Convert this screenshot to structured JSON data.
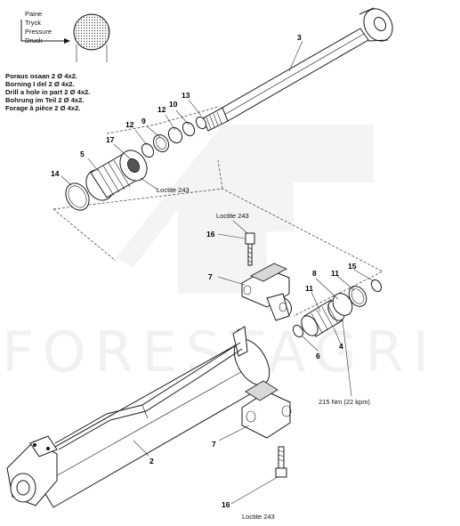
{
  "watermark": "FORESTAGRI",
  "pressure_legend": [
    "Paine",
    "Tryck",
    "Pressure",
    "Druck"
  ],
  "drill_note": [
    "Poraus osaan 2 Ø 4x2.",
    "Borning I del 2 Ø 4x2.",
    "Drill a hole in part 2 Ø 4x2.",
    "Bohrung im Teil 2 Ø 4x2.",
    "Forage à pièce 2 Ø 4x2."
  ],
  "callouts": {
    "p3": "3",
    "p13": "13",
    "p10": "10",
    "p12a": "12",
    "p9": "9",
    "p12b": "12",
    "p17": "17",
    "p5": "5",
    "p14": "14",
    "p16a": "16",
    "p7a": "7",
    "p8": "8",
    "p11a": "11",
    "p15": "15",
    "p11b": "11",
    "p4": "4",
    "p6": "6",
    "p2": "2",
    "p7b": "7",
    "p16b": "16"
  },
  "annotations": {
    "loctite_piston": "Loctite 243",
    "loctite_screw_top": "Loctite 243",
    "torque": "215 Nm (22 kpm)",
    "loctite_screw_bottom": "Loctite 243"
  }
}
